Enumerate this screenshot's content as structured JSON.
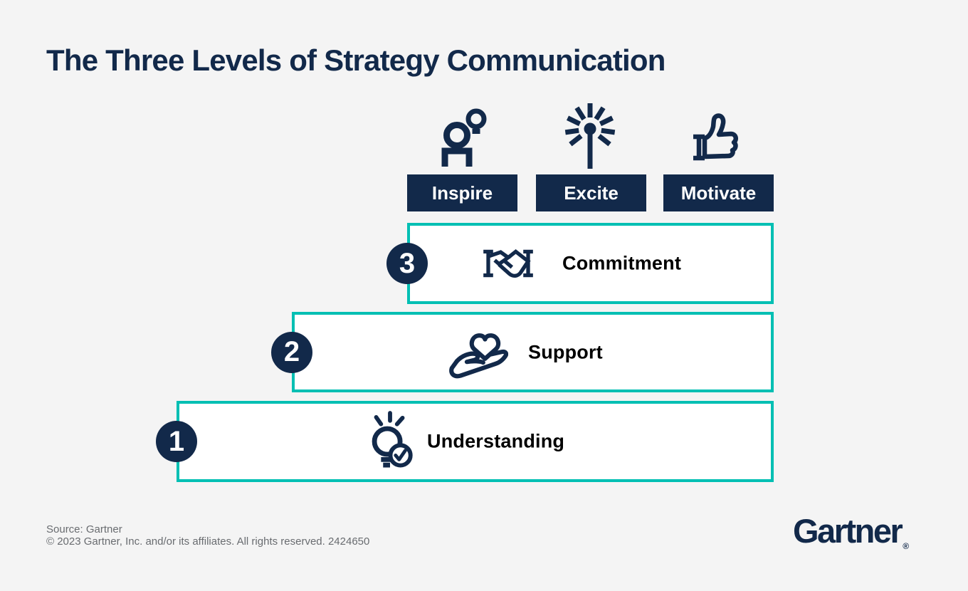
{
  "title": "The Three Levels of Strategy Communication",
  "colors": {
    "navy": "#12294A",
    "teal": "#00BFB3",
    "background": "#F4F4F4",
    "bar_background": "#FFFFFF",
    "bar_text": "#000000",
    "top_label_text": "#FFFFFF",
    "footer_text": "#696C70"
  },
  "top_actions": [
    {
      "label": "Inspire",
      "icon": "person-lightbulb-icon"
    },
    {
      "label": "Excite",
      "icon": "spark-burst-icon"
    },
    {
      "label": "Motivate",
      "icon": "thumbs-up-icon"
    }
  ],
  "levels": [
    {
      "number": "3",
      "label": "Commitment",
      "icon": "handshake-icon"
    },
    {
      "number": "2",
      "label": "Support",
      "icon": "hand-heart-icon"
    },
    {
      "number": "1",
      "label": "Understanding",
      "icon": "lightbulb-check-icon"
    }
  ],
  "footer": {
    "source_line": "Source: Gartner",
    "copyright_line": "© 2023 Gartner, Inc. and/or its affiliates. All rights reserved. 2424650",
    "logo_text": "Gartner",
    "registered_mark": "®"
  }
}
